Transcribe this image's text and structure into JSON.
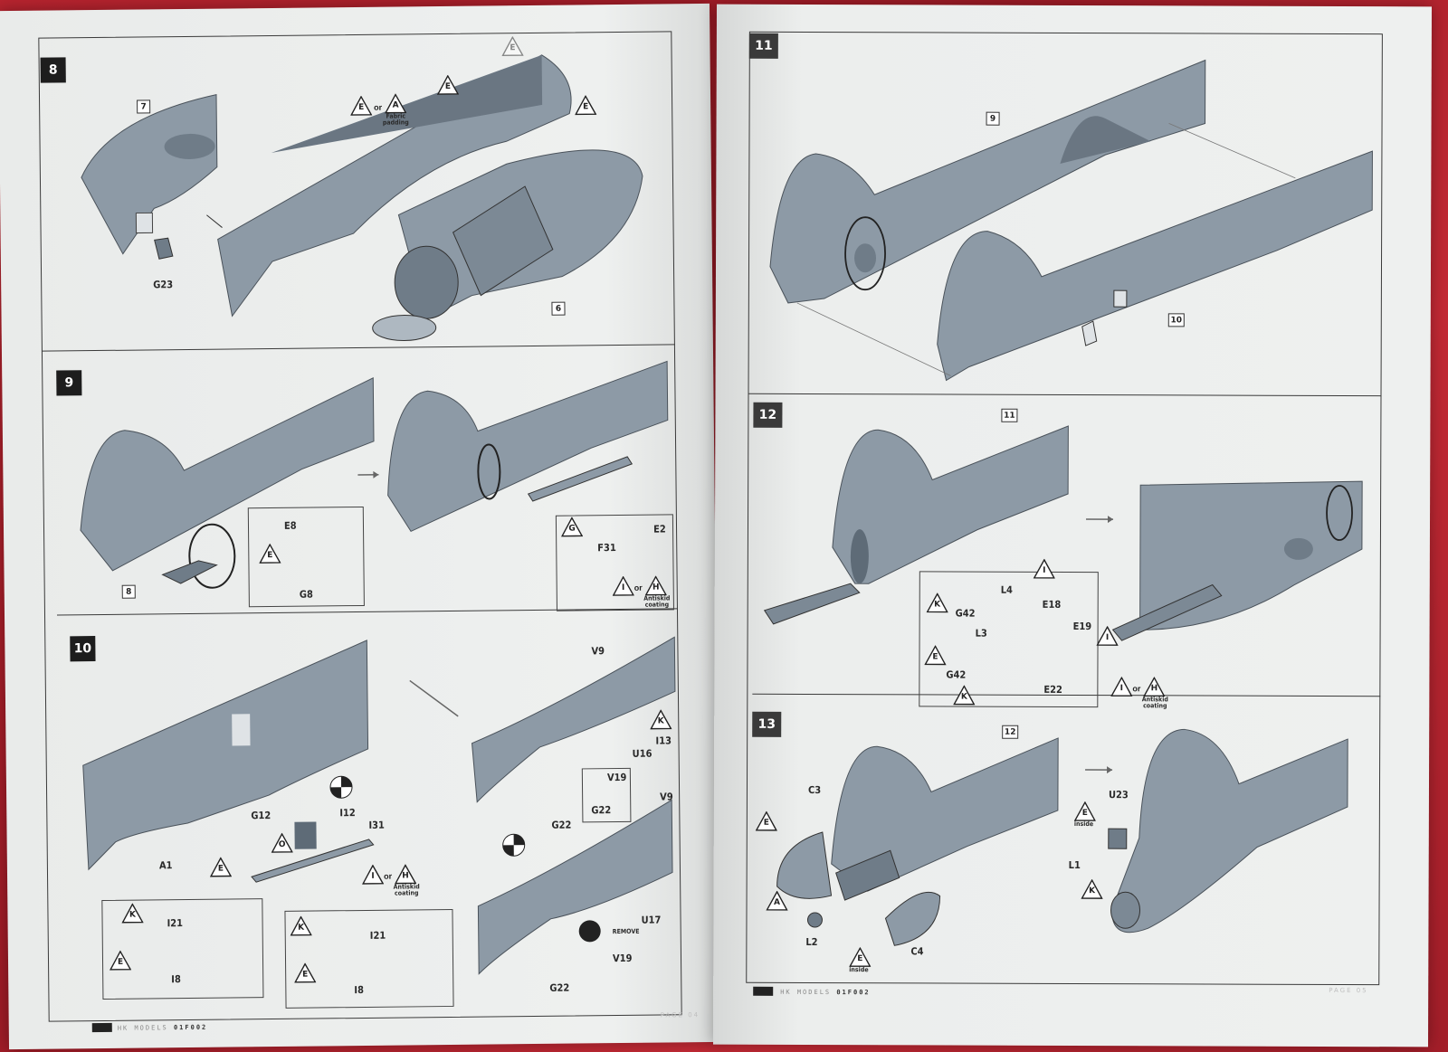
{
  "left_page": {
    "steps": [
      {
        "number": "8",
        "labels": {
          "ref_7": "7",
          "ref_6": "6",
          "g23": "G23",
          "tri_e1": "E",
          "or": "or",
          "tri_a": "A",
          "fabric": "Fabric padding",
          "tri_e2": "E",
          "tri_e3": "E",
          "tri_e4": "E"
        }
      },
      {
        "number": "9",
        "labels": {
          "ref_8": "8",
          "e8": "E8",
          "tri_e": "E",
          "g8": "G8",
          "tri_g": "G",
          "f31": "F31",
          "e2": "E2",
          "tri_i": "I",
          "or": "or",
          "tri_h": "H",
          "antiskid": "Antiskid coating"
        }
      },
      {
        "number": "10",
        "labels": {
          "v9a": "V9",
          "i13": "I13",
          "tri_k": "K",
          "u16": "U16",
          "v19a": "V19",
          "g22a": "G22",
          "g22b": "G22",
          "v9b": "V9",
          "u17": "U17",
          "remove": "REMOVE",
          "v19b": "V19",
          "g22c": "G22",
          "g12": "G12",
          "i12": "I12",
          "i31": "I31",
          "a1": "A1",
          "tri_o": "O",
          "tri_e": "E",
          "tri_i": "I",
          "or": "or",
          "tri_h": "H",
          "antiskid": "Antiskid coating",
          "i21a": "I21",
          "i8a": "I8",
          "tri_k2": "K",
          "tri_e2": "E",
          "i21b": "I21",
          "i8b": "I8",
          "tri_k3": "K",
          "tri_e3": "E"
        }
      }
    ],
    "footer": {
      "brand": "HK MODELS",
      "code": "01F002",
      "page": "PAGE 04"
    }
  },
  "right_page": {
    "steps": [
      {
        "number": "11",
        "labels": {
          "ref_9": "9",
          "ref_10": "10"
        }
      },
      {
        "number": "12",
        "labels": {
          "ref_11": "11",
          "tri_i1": "I",
          "l4": "L4",
          "e18": "E18",
          "g42a": "G42",
          "l3": "L3",
          "e19": "E19",
          "tri_k": "K",
          "tri_e": "E",
          "g42b": "G42",
          "e22": "E22",
          "tri_k2": "K",
          "tri_i2": "I",
          "tri_i3": "I",
          "or": "or",
          "tri_h": "H",
          "antiskid": "Antiskid coating"
        }
      },
      {
        "number": "13",
        "labels": {
          "ref_12": "12",
          "c3": "C3",
          "tri_e": "E",
          "tri_a": "A",
          "l2": "L2",
          "c4": "C4",
          "tri_e2": "E",
          "inside": "inside",
          "u23": "U23",
          "tri_e3": "E",
          "inside2": "inside",
          "l1": "L1",
          "tri_k": "K"
        }
      }
    ],
    "footer": {
      "brand": "HK MODELS",
      "code": "01F002",
      "page": "PAGE 05"
    }
  },
  "colors": {
    "paper": "#eceeed",
    "part": "#8d9aa6",
    "part_dark": "#5e6b77",
    "cloth": "#b22430"
  }
}
